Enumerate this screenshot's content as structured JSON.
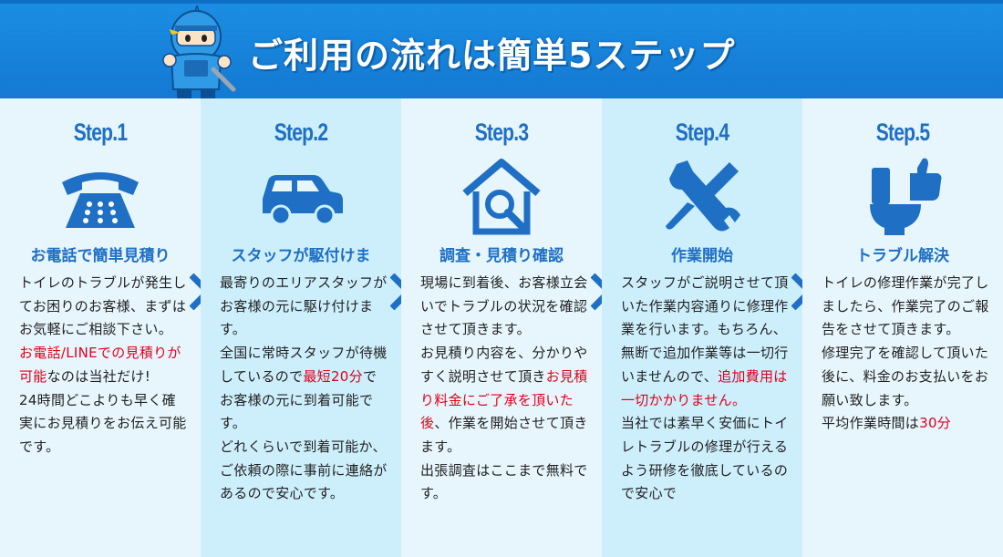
{
  "header": {
    "title": "ご利用の流れは簡単5ステップ",
    "mascot_icon": "ninja-plumber-mascot-icon",
    "color": "#1b8de3"
  },
  "accent_color": "#1f6fc4",
  "highlight_color": "#e0001b",
  "steps": [
    {
      "label": "Step.1",
      "icon": "telephone-icon",
      "title": "お電話で簡単見積り",
      "desc": [
        {
          "t": "トイレのトラブルが発生してお困りのお客様、まずはお気軽にご相談下さい。"
        },
        {
          "t": "お電話/LINEでの見積りが可能",
          "red": true
        },
        {
          "t": "なのは当社だけ!"
        },
        {
          "t": "24時間どこよりも早く確実にお見積りをお伝え可能です。"
        }
      ]
    },
    {
      "label": "Step.2",
      "icon": "car-icon",
      "title": "スタッフが駆付けま",
      "desc": [
        {
          "t": "最寄りのエリアスタッフがお客様の元に駆け付けます。"
        },
        {
          "t": "全国に常時スタッフが待機しているので"
        },
        {
          "t": "最短20分",
          "red": true
        },
        {
          "t": "でお客様の元に到着可能です。"
        },
        {
          "t": "どれくらいで到着可能か、ご依頼の際に事前に連絡があるので安心です。"
        }
      ]
    },
    {
      "label": "Step.3",
      "icon": "house-inspection-icon",
      "title": "調査・見積り確認",
      "desc": [
        {
          "t": "現場に到着後、お客様立会いでトラブルの状況を確認させて頂きます。"
        },
        {
          "t": "お見積り内容を、分かりやすく説明させて頂き"
        },
        {
          "t": "お見積り料金にご了承を頂いた後",
          "red": true
        },
        {
          "t": "、作業を開始させて頂きます。"
        },
        {
          "t": "出張調査はここまで無料です。"
        }
      ]
    },
    {
      "label": "Step.4",
      "icon": "tools-icon",
      "title": "作業開始",
      "desc": [
        {
          "t": "スタッフがご説明させて頂いた作業内容通りに修理作業を行います。もちろん、無断で追加作業等は一切行いませんので、"
        },
        {
          "t": "追加費用は一切かかりません。",
          "red": true
        },
        {
          "t": "当社では素早く安価にトイレトラブルの修理が行えるよう研修を徹底しているので安心で"
        }
      ]
    },
    {
      "label": "Step.5",
      "icon": "toilet-thumbs-up-icon",
      "title": "トラブル解決",
      "desc": [
        {
          "t": "トイレの修理作業が完了しましたら、作業完了のご報告をさせて頂きます。"
        },
        {
          "t": "修理完了を確認して頂いた後に、料金のお支払いをお願い致します。"
        },
        {
          "t": "平均作業時間は"
        },
        {
          "t": "30分",
          "red": true
        }
      ]
    }
  ]
}
